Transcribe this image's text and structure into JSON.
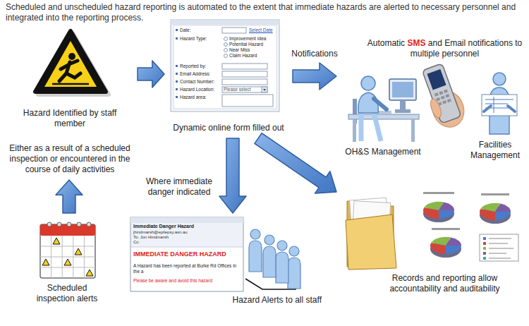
{
  "diagram": {
    "title": "Scheduled and unscheduled hazard reporting is automated to the extent that immediate hazards are alerted to necessary personnel and integrated into the reporting process.",
    "nodes": [
      {
        "text": [
          "Hazard Identified by staff member",
          "Either as a result of a scheduled inspection or encountered in the course of daily activities"
        ]
      },
      {
        "text": [
          "Dynamic online form filled out"
        ]
      },
      {
        "text": [
          "Automatic SMS and Email notifications to multiple personnel"
        ]
      },
      {
        "text": [
          "OH&S Management"
        ],
        "in": 2
      },
      {
        "text": [
          "Facilities Management"
        ],
        "in": 2
      },
      {
        "text": [
          "Records and reporting allow accountability and auditability"
        ]
      },
      {
        "text": [
          "Hazard Alerts to all staff"
        ]
      },
      {
        "text": [
          "Scheduled inspection alerts"
        ]
      }
    ],
    "edges": [
      {
        "from": 0,
        "to": 1,
        "arrow": "to"
      },
      {
        "from": 1,
        "to": 2,
        "label": "Notifications",
        "arrow": "to"
      },
      {
        "from": 1,
        "to": 5,
        "arrow": "to"
      },
      {
        "from": 1,
        "to": 6,
        "label": "Where immediate danger indicated",
        "arrow": "to"
      },
      {
        "from": 7,
        "to": 0,
        "arrow": "to"
      }
    ],
    "labels": [
      "Date:",
      "Select Date",
      "Hazard Type:",
      "Improvement Idea",
      "Potential Hazard",
      "Near Miss",
      "Claim Hazard",
      "Reported by:",
      "Email Address:",
      "Contact Number:",
      "Hazard Location:",
      "Please select",
      "Hazard area:",
      "Immediate Danger Hazard",
      "jhindmarsh@epilepsy.asn.au",
      "To: Jon Hindmarsh",
      "Cc:",
      "IMMEDIATE DANGER HAZARD",
      "A Hazard has been reported at Burke Rd Offices in the a",
      "Please be aware and avoid this hazard"
    ]
  }
}
